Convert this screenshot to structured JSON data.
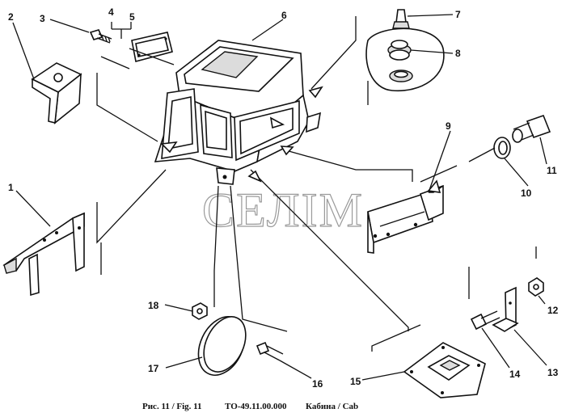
{
  "callouts": [
    {
      "n": "1"
    },
    {
      "n": "2"
    },
    {
      "n": "3"
    },
    {
      "n": "4"
    },
    {
      "n": "5"
    },
    {
      "n": "6"
    },
    {
      "n": "7"
    },
    {
      "n": "8"
    },
    {
      "n": "9"
    },
    {
      "n": "10"
    },
    {
      "n": "11"
    },
    {
      "n": "12"
    },
    {
      "n": "13"
    },
    {
      "n": "14"
    },
    {
      "n": "15"
    },
    {
      "n": "16"
    },
    {
      "n": "17"
    },
    {
      "n": "18"
    }
  ],
  "caption": {
    "fig": "Рис. 11 / Fig. 11",
    "code": "ТО-49.11.00.000",
    "title": "Кабина / Cab"
  },
  "watermark": "СЕЛІМ"
}
